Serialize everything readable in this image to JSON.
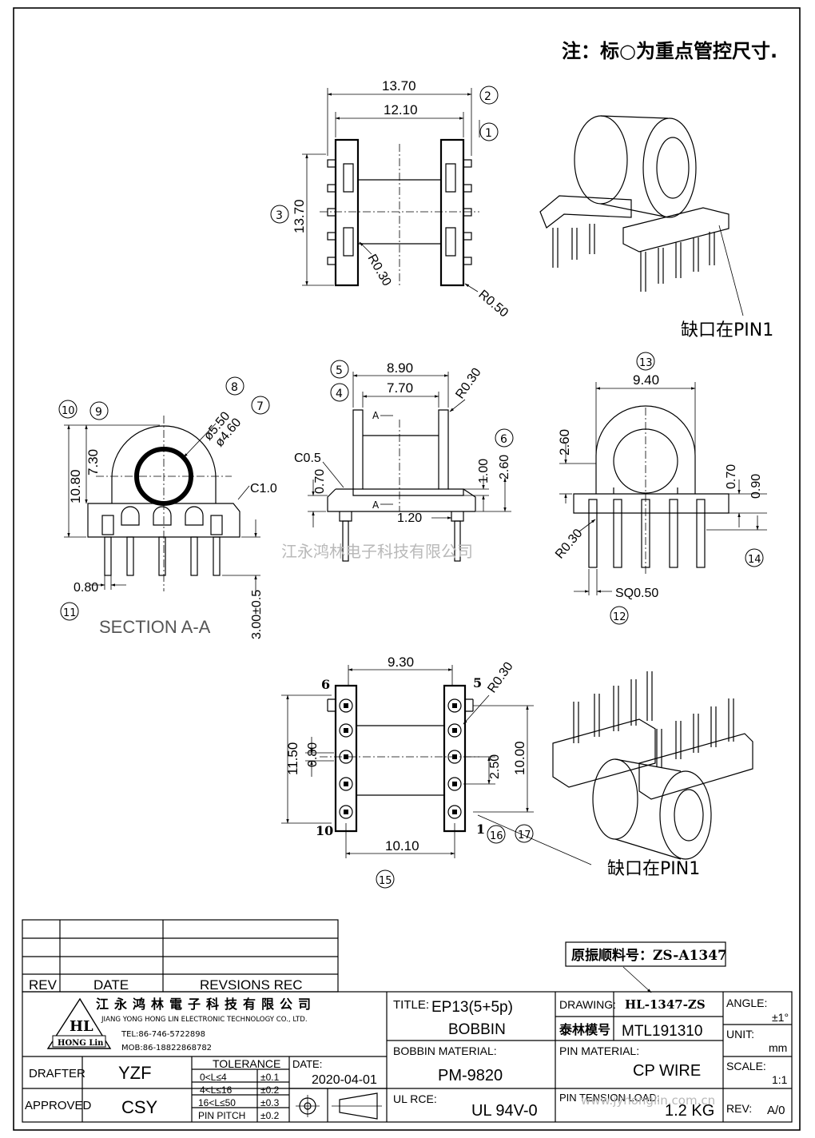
{
  "note": "注：标○为重点管控尺寸.",
  "pin_notch_label_top": "缺口在PIN1",
  "pin_notch_label_bottom": "缺口在PIN1",
  "section_label": "SECTION A-A",
  "section_mark": "A",
  "watermark_company": "江永鸿林电子科技有限公司",
  "watermark_url": "www.jyhonglin.com.cn",
  "original_part_number": "原振顺料号：ZS-A1347",
  "balloons": [
    "1",
    "2",
    "3",
    "4",
    "5",
    "6",
    "7",
    "8",
    "9",
    "10",
    "11",
    "12",
    "13",
    "14",
    "15",
    "16",
    "17"
  ],
  "pin_numbers": {
    "p6": "6",
    "p5": "5",
    "p10": "10",
    "p1": "1"
  },
  "dims": {
    "top_13_70_w": "13.70",
    "top_12_10": "12.10",
    "top_13_70_h": "13.70",
    "top_r030": "R0.30",
    "top_r050": "R0.50",
    "sec_10_80": "10.80",
    "sec_7_30": "7.30",
    "sec_phi550": "ø5.50",
    "sec_phi460": "ø4.60",
    "sec_c10": "C1.0",
    "sec_0_80": "0.80",
    "sec_3_00": "3.00±0.5",
    "mid_8_90": "8.90",
    "mid_7_70": "7.70",
    "mid_r030": "R0.30",
    "mid_c05": "C0.5",
    "mid_0_70": "0.70",
    "mid_1_00": "1.00",
    "mid_2_60": "2.60",
    "mid_1_20": "1.20",
    "rt_9_40": "9.40",
    "rt_2_60": "2.60",
    "rt_0_70": "0.70",
    "rt_0_90": "0.90",
    "rt_r030": "R0.30",
    "rt_sq050": "SQ0.50",
    "bot_9_30": "9.30",
    "bot_11_50": "11.50",
    "bot_0_80": "0.80",
    "bot_2_50": "2.50",
    "bot_10_00": "10.00",
    "bot_10_10": "10.10",
    "bot_r030": "R0.30"
  },
  "title_block": {
    "rev_label": "REV",
    "date_label": "DATE",
    "revisions_label": "REVSIONS REC",
    "company_cn": "江永鸿林電子科技有限公司",
    "company_en": "JIANG YONG HONG LIN ELECTRONIC TECHNOLOGY CO., LTD.",
    "tel": "TEL:86-746-5722898",
    "mob": "MOB:86-18822868782",
    "logo_text": "HL",
    "logo_sub": "HONG Lin",
    "drafter_label": "DRAFTER",
    "drafter": "YZF",
    "approved_label": "APPROVED",
    "approved": "CSY",
    "tolerance_label": "TOLERANCE",
    "tolerances": [
      {
        "range": "0<L≤4",
        "tol": "±0.1"
      },
      {
        "range": "4<L≤16",
        "tol": "±0.2"
      },
      {
        "range": "16<L≤50",
        "tol": "±0.3"
      },
      {
        "range": "PIN PITCH",
        "tol": "±0.2"
      }
    ],
    "date_label2": "DATE:",
    "date": "2020-04-01",
    "title_label": "TITLE:",
    "title_line1": "EP13(5+5p)",
    "title_line2": "BOBBIN",
    "bobbin_material_label": "BOBBIN MATERIAL:",
    "bobbin_material": "PM-9820",
    "ul_label": "UL RCE:",
    "ul_value": "UL 94V-0",
    "drawing_label": "DRAWING:",
    "drawing_no": "HL-1347-ZS",
    "model_label": "泰林模号",
    "model_no": "MTL191310",
    "pin_material_label": "PIN MATERIAL:",
    "pin_material": "CP WIRE",
    "pin_load_label": "PIN TENSION LOAD:",
    "pin_load": "1.2 KG",
    "angle_label": "ANGLE:",
    "angle": "±1°",
    "unit_label": "UNIT:",
    "unit": "mm",
    "scale_label": "SCALE:",
    "scale": "1:1",
    "rev2_label": "REV:",
    "rev": "A/0"
  }
}
